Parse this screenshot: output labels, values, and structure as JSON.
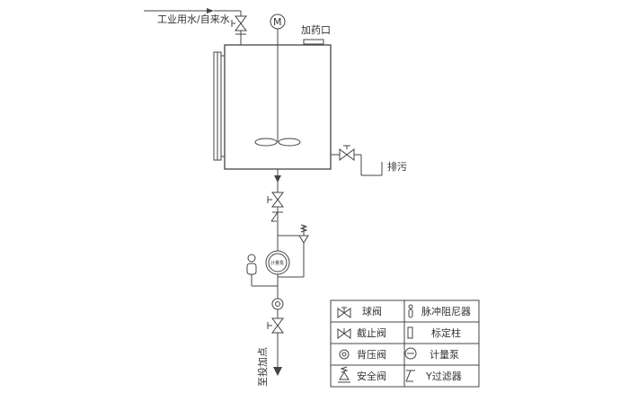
{
  "labels": {
    "water_inlet": "工业用水/自来水",
    "dosing_port": "加药口",
    "drain": "排污",
    "outlet": "至投加点",
    "motor": "M",
    "pump_inner": "计量泵"
  },
  "legend": [
    {
      "icon": "ball-valve-icon",
      "text": "球阀"
    },
    {
      "icon": "pulse-damper-icon",
      "text": "脉冲阻尼器"
    },
    {
      "icon": "stop-valve-icon",
      "text": "截止阀"
    },
    {
      "icon": "calibration-column-icon",
      "text": "标定柱"
    },
    {
      "icon": "back-pressure-valve-icon",
      "text": "背压阀"
    },
    {
      "icon": "metering-pump-icon",
      "text": "计量泵"
    },
    {
      "icon": "safety-valve-icon",
      "text": "安全阀"
    },
    {
      "icon": "y-strainer-icon",
      "text": "Y过滤器"
    }
  ],
  "colors": {
    "line": "#444444",
    "text": "#333333",
    "background": "#ffffff"
  }
}
